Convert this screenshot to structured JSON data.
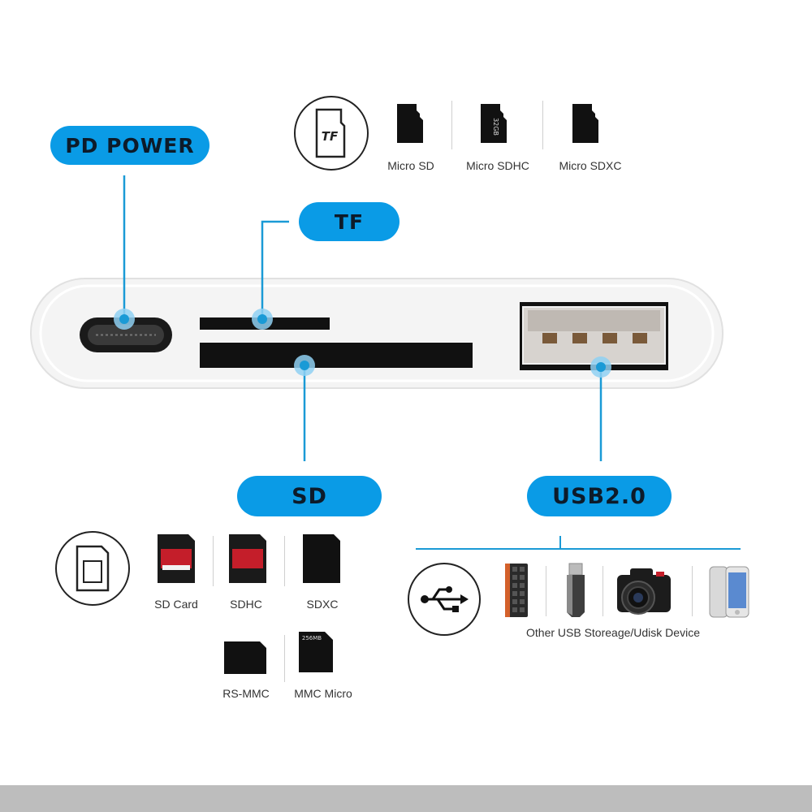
{
  "callouts": {
    "pd_power": "PD POWER",
    "tf": "TF",
    "sd": "SD",
    "usb": "USB2.0"
  },
  "tf_cards": [
    "Micro SD",
    "Micro SDHC",
    "Micro SDXC"
  ],
  "tf_card_prints": {
    "card1": "",
    "card2": "32GB",
    "card3": ""
  },
  "tf_icon_text": "TF",
  "sd_cards_row1": [
    "SD Card",
    "SDHC",
    "SDXC"
  ],
  "sd_cards_row2": [
    "RS-MMC",
    "MMC Micro"
  ],
  "sd_card_prints": {
    "mmc_micro": "256MB"
  },
  "usb_devices_label": "Other USB Storeage/Udisk Device",
  "colors": {
    "accent": "#0a9be6",
    "leader": "#1a9ad6",
    "hub_body": "#f4f4f4"
  }
}
